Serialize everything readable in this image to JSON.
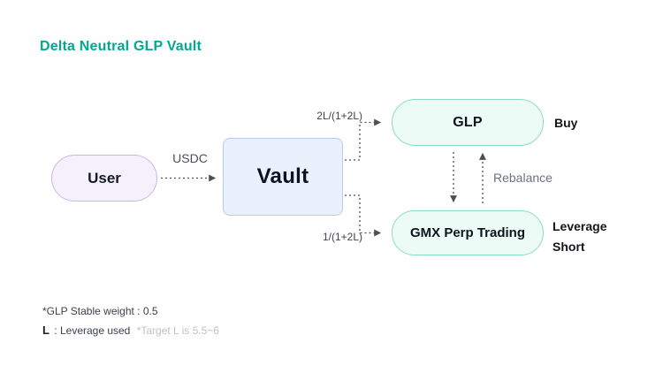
{
  "title": "Delta Neutral GLP Vault",
  "nodes": {
    "user": {
      "label": "User"
    },
    "vault": {
      "label": "Vault"
    },
    "glp": {
      "label": "GLP"
    },
    "gmx": {
      "label": "GMX Perp Trading"
    }
  },
  "edges": {
    "usdc": "USDC",
    "to_glp": "2L/(1+2L)",
    "to_gmx": "1/(1+2L)",
    "rebalance": "Rebalance"
  },
  "annotations": {
    "buy": "Buy",
    "leverage_line1": "Leverage",
    "leverage_line2": "Short"
  },
  "footnotes": {
    "glp_weight": "*GLP Stable weight : 0.5",
    "leverage_term": "L",
    "leverage_desc": ": Leverage used",
    "leverage_target": "*Target L is 5.5~6"
  },
  "colors": {
    "title_accent": "#00A88F",
    "user_fill": "#F5F1FC",
    "user_border": "#C9B9EA",
    "vault_fill": "#E9F1FC",
    "vault_border": "#B7CDEE",
    "glp_fill": "#ECFBF6",
    "glp_border": "#8ADCC6",
    "wire": "#4A4F58"
  }
}
